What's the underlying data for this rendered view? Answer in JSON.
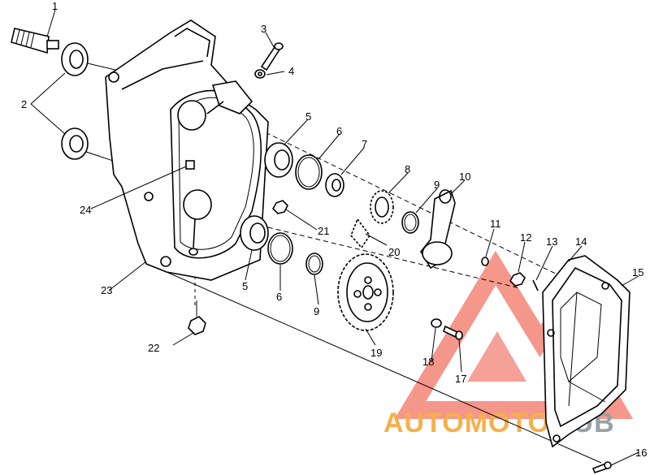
{
  "colors": {
    "watermark_red": "#f26b5b",
    "watermark_orange": "#f5b04a",
    "line": "#000000"
  },
  "labels": [
    "1",
    "2",
    "3",
    "4",
    "5",
    "6",
    "7",
    "8",
    "9",
    "10",
    "11",
    "12",
    "13",
    "14",
    "15",
    "16",
    "17",
    "18",
    "19",
    "20",
    "21",
    "22",
    "23",
    "24",
    "5",
    "6",
    "9"
  ],
  "watermark": {
    "part1": "AUTOMOTO",
    "part2": "HUB"
  }
}
